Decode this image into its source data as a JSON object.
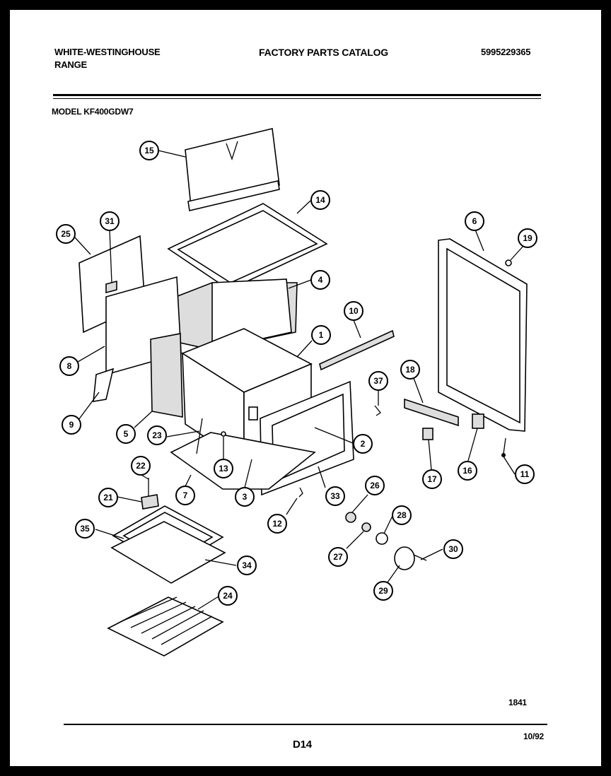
{
  "header": {
    "brand": "WHITE-WESTINGHOUSE",
    "product": "RANGE",
    "catalog_title": "FACTORY PARTS CATALOG",
    "catalog_number": "5995229365",
    "model": "MODEL KF400GDW7"
  },
  "footer": {
    "diagram_code": "1841",
    "page": "D14",
    "date": "10/92"
  },
  "callouts": [
    {
      "label": "15"
    },
    {
      "label": "14"
    },
    {
      "label": "25"
    },
    {
      "label": "31"
    },
    {
      "label": "4"
    },
    {
      "label": "6"
    },
    {
      "label": "19"
    },
    {
      "label": "10"
    },
    {
      "label": "1"
    },
    {
      "label": "8"
    },
    {
      "label": "18"
    },
    {
      "label": "37"
    },
    {
      "label": "9"
    },
    {
      "label": "5"
    },
    {
      "label": "23"
    },
    {
      "label": "2"
    },
    {
      "label": "22"
    },
    {
      "label": "13"
    },
    {
      "label": "17"
    },
    {
      "label": "16"
    },
    {
      "label": "11"
    },
    {
      "label": "21"
    },
    {
      "label": "7"
    },
    {
      "label": "3"
    },
    {
      "label": "33"
    },
    {
      "label": "26"
    },
    {
      "label": "12"
    },
    {
      "label": "35"
    },
    {
      "label": "28"
    },
    {
      "label": "27"
    },
    {
      "label": "34"
    },
    {
      "label": "30"
    },
    {
      "label": "29"
    },
    {
      "label": "24"
    }
  ]
}
